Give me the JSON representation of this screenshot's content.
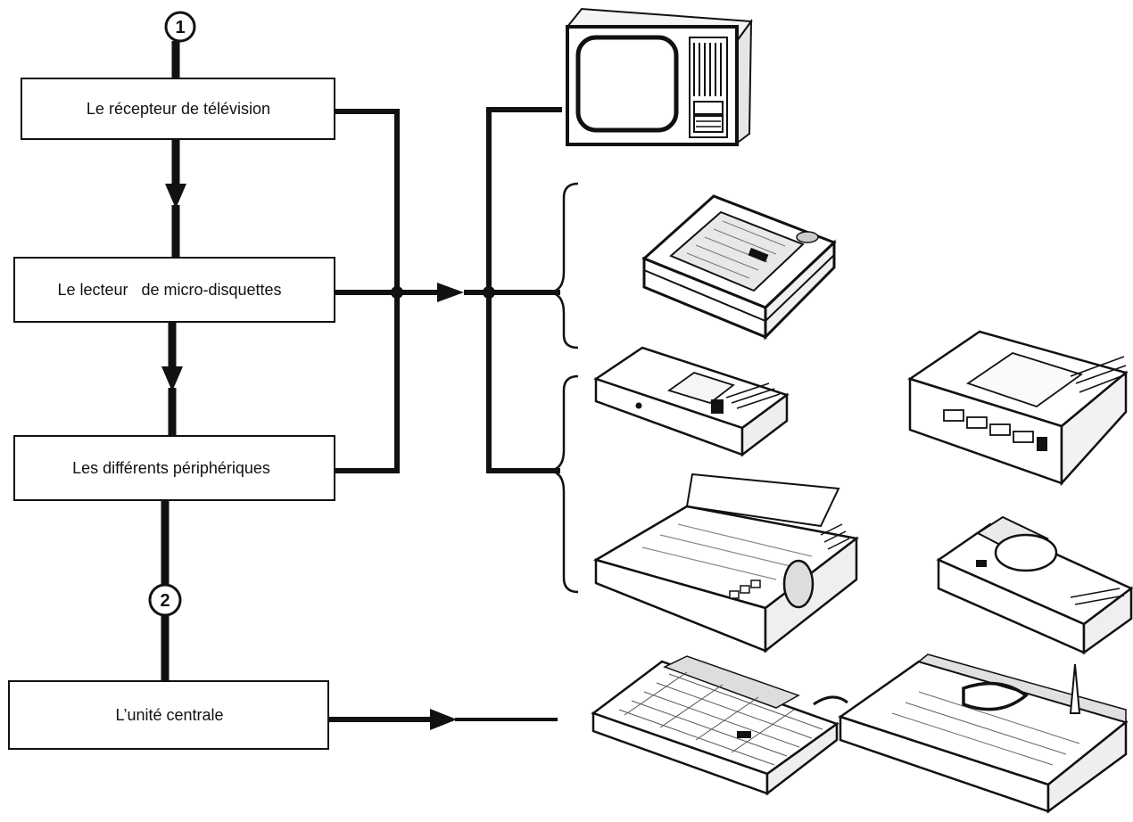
{
  "boxes": {
    "tv_receiver": "Le récepteur de télévision",
    "disk_reader": "Le lecteur   de micro-disquettes",
    "peripherals": "Les différents périphériques",
    "central_unit": "L’unité centrale"
  },
  "markers": {
    "one": "1",
    "two": "2"
  },
  "colors": {
    "line": "#111111",
    "background": "#ffffff"
  },
  "illustrations": [
    "television-monitor",
    "micro-disk-drive",
    "cassette-recorder",
    "data-cassette-unit",
    "dot-matrix-printer",
    "thermal-printer",
    "keyboard-computer",
    "portable-computer"
  ]
}
